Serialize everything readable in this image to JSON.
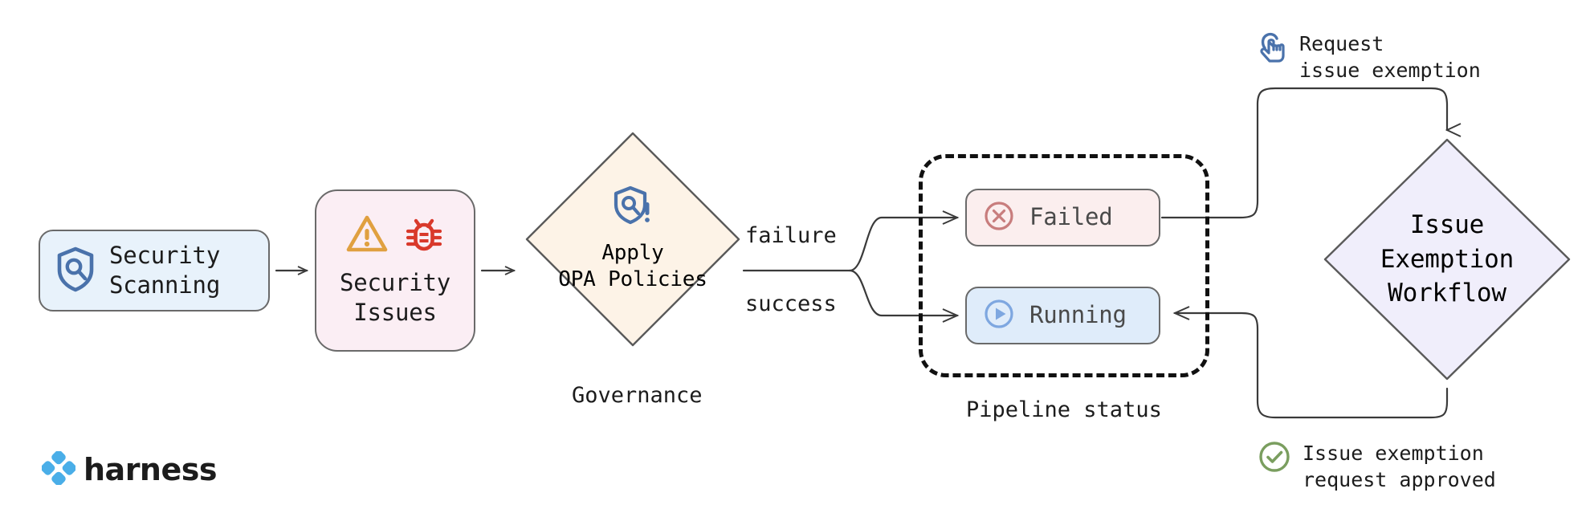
{
  "diagram": {
    "title": "Harness security scanning governance and issue exemption flow",
    "brand": {
      "name": "harness",
      "color": "#4aaee8"
    },
    "colors": {
      "scanning_fill": "#e8f2fb",
      "issues_fill": "#fbeef4",
      "opa_fill": "#fdf3e7",
      "failed_fill": "#fbeeee",
      "running_fill": "#dfecfa",
      "exemption_fill": "#f0eefb",
      "stroke": "#4a4a4a",
      "warning_orange": "#e0a040",
      "bug_red": "#d9392b",
      "failed_icon": "#c87d7d",
      "running_icon": "#7ea7e0",
      "shield_blue": "#4a72ab",
      "approved_green": "#7a9e5f",
      "cursor_blue": "#4a72ab"
    }
  },
  "nodes": {
    "scanning": {
      "label": "Security\nScanning",
      "icon": "shield-scan-icon"
    },
    "issues": {
      "label": "Security\nIssues",
      "icons": [
        "warning-triangle-icon",
        "bug-icon"
      ]
    },
    "opa": {
      "label": "Apply\nOPA Policies",
      "icon": "shield-policy-alert-icon",
      "caption": "Governance"
    },
    "failed": {
      "label": "Failed",
      "icon": "circle-x-icon"
    },
    "running": {
      "label": "Running",
      "icon": "circle-play-icon"
    },
    "pipeline_group": {
      "caption": "Pipeline status"
    },
    "exemption": {
      "label": "Issue\nExemption\nWorkflow"
    }
  },
  "edges": {
    "failure_label": "failure",
    "success_label": "success"
  },
  "annotations": {
    "request": {
      "text": "Request\nissue exemption",
      "icon": "cursor-click-icon"
    },
    "approved": {
      "text": "Issue exemption\nrequest approved",
      "icon": "check-circle-icon"
    }
  }
}
